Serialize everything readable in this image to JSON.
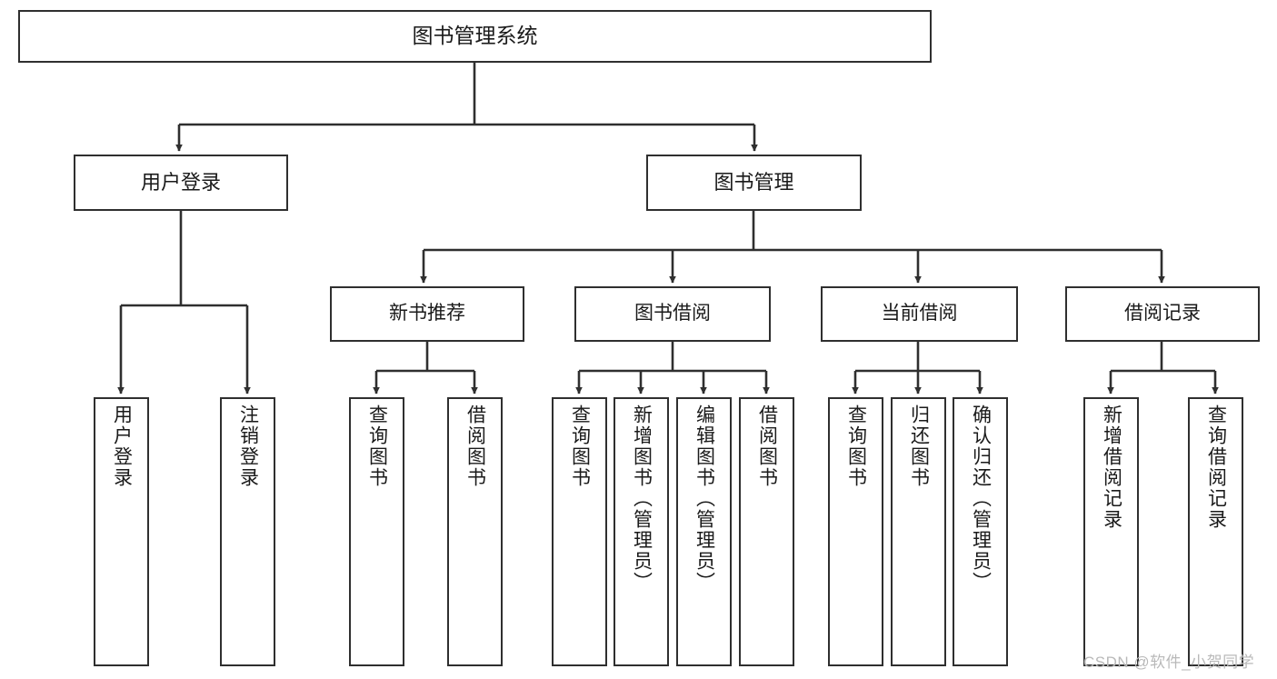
{
  "diagram": {
    "title": "图书管理系统",
    "root": {
      "id": "root",
      "label": "图书管理系统"
    },
    "level2": [
      {
        "id": "user-login",
        "label": "用户登录"
      },
      {
        "id": "book-manage",
        "label": "图书管理"
      }
    ],
    "level3": [
      {
        "id": "new-book-rec",
        "label": "新书推荐"
      },
      {
        "id": "book-borrow",
        "label": "图书借阅"
      },
      {
        "id": "current-borrow",
        "label": "当前借阅"
      },
      {
        "id": "borrow-record",
        "label": "借阅记录"
      }
    ],
    "leaves": {
      "user_login": [
        {
          "id": "leaf-user-login",
          "label": "用户登录"
        },
        {
          "id": "leaf-logout",
          "label": "注销登录"
        }
      ],
      "new_book_rec": [
        {
          "id": "leaf-query-book-1",
          "label": "查询图书"
        },
        {
          "id": "leaf-borrow-book-1",
          "label": "借阅图书"
        }
      ],
      "book_borrow": [
        {
          "id": "leaf-query-book-2",
          "label": "查询图书"
        },
        {
          "id": "leaf-add-book",
          "label": "新增图书（管理员）"
        },
        {
          "id": "leaf-edit-book",
          "label": "编辑图书（管理员）"
        },
        {
          "id": "leaf-borrow-book-2",
          "label": "借阅图书"
        }
      ],
      "current_borrow": [
        {
          "id": "leaf-query-book-3",
          "label": "查询图书"
        },
        {
          "id": "leaf-return-book",
          "label": "归还图书"
        },
        {
          "id": "leaf-confirm-return",
          "label": "确认归还（管理员）"
        }
      ],
      "borrow_record": [
        {
          "id": "leaf-add-record",
          "label": "新增借阅记录"
        },
        {
          "id": "leaf-query-record",
          "label": "查询借阅记录"
        }
      ]
    },
    "watermark": "CSDN @软件_小贺同学",
    "colors": {
      "stroke": "#2f2f2f",
      "fill": "#ffffff",
      "text": "#1a1a1a",
      "watermark": "#b9b9b9"
    }
  }
}
